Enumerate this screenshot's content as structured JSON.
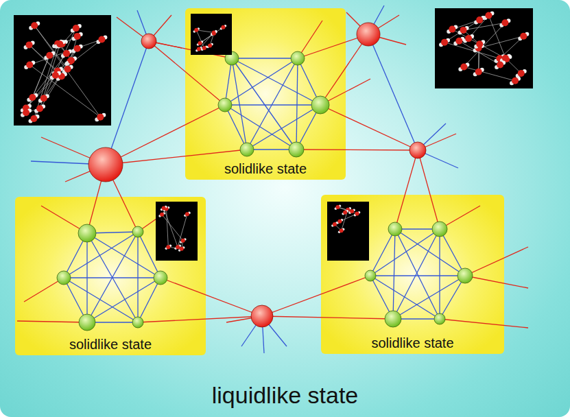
{
  "diagram": {
    "nodes": [
      {
        "text": [
          "liquidlike state"
        ]
      },
      {
        "text": [
          "solidlike state"
        ],
        "in": 0
      },
      {
        "text": [
          "solidlike state"
        ],
        "in": 0
      },
      {
        "text": [
          "solidlike state"
        ],
        "in": 0
      }
    ]
  }
}
